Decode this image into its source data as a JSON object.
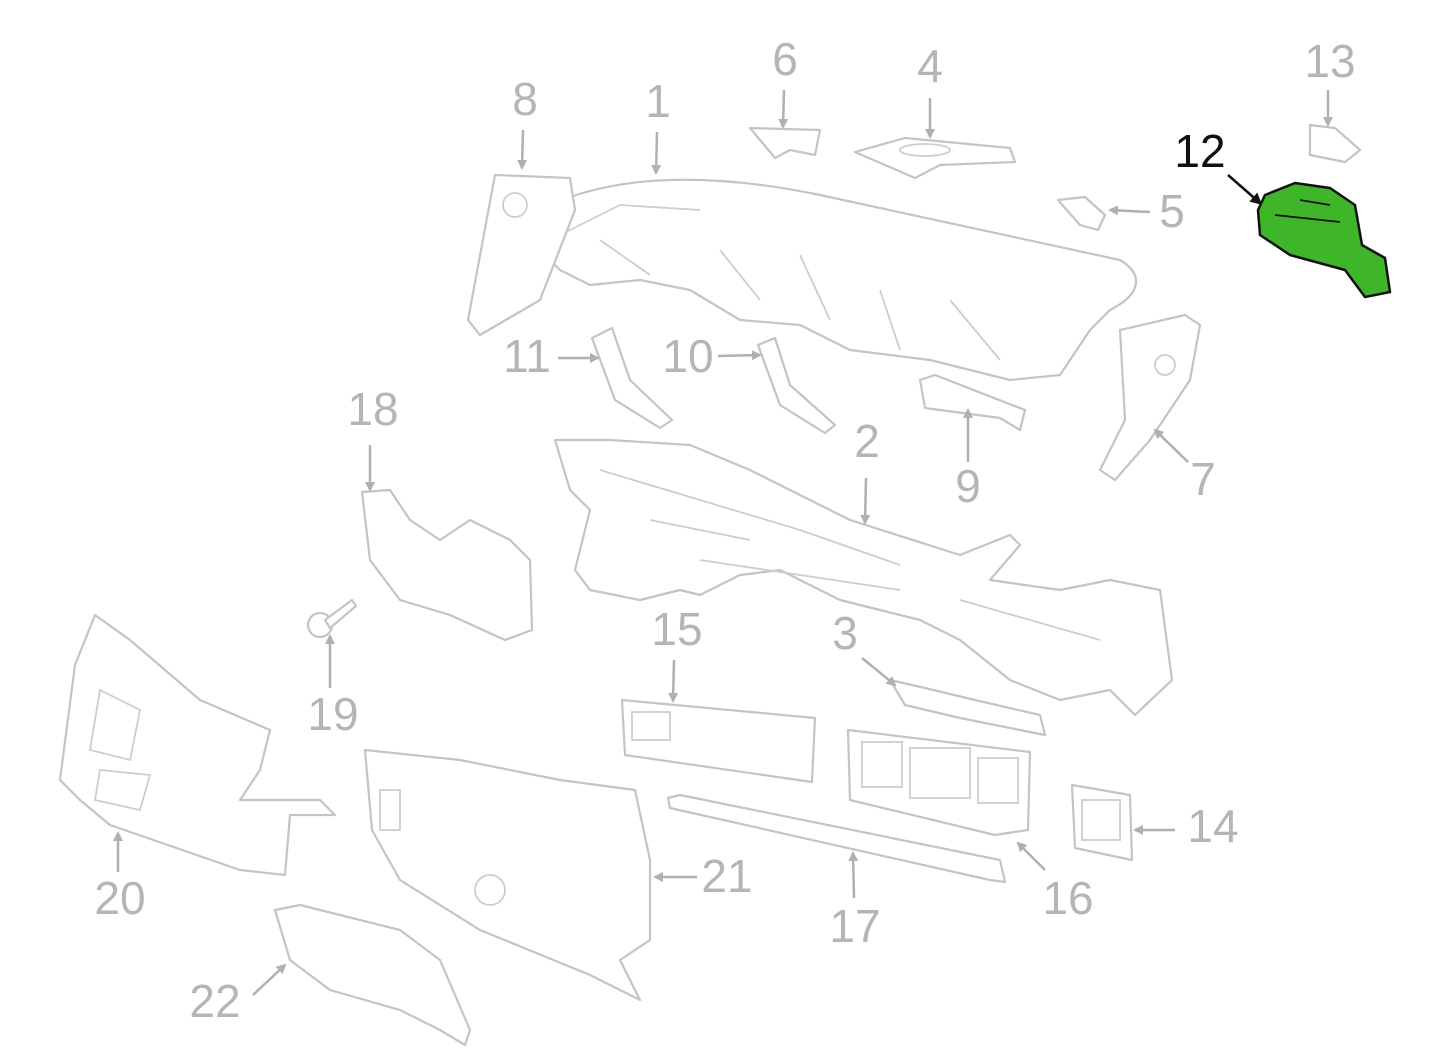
{
  "diagram": {
    "title": "Instrument panel components",
    "highlight_color": "#3fb52a",
    "selected_part": "12",
    "callouts": [
      {
        "id": "1",
        "label": "1"
      },
      {
        "id": "2",
        "label": "2"
      },
      {
        "id": "3",
        "label": "3"
      },
      {
        "id": "4",
        "label": "4"
      },
      {
        "id": "5",
        "label": "5"
      },
      {
        "id": "6",
        "label": "6"
      },
      {
        "id": "7",
        "label": "7"
      },
      {
        "id": "8",
        "label": "8"
      },
      {
        "id": "9",
        "label": "9"
      },
      {
        "id": "10",
        "label": "10"
      },
      {
        "id": "11",
        "label": "11"
      },
      {
        "id": "12",
        "label": "12"
      },
      {
        "id": "13",
        "label": "13"
      },
      {
        "id": "14",
        "label": "14"
      },
      {
        "id": "15",
        "label": "15"
      },
      {
        "id": "16",
        "label": "16"
      },
      {
        "id": "17",
        "label": "17"
      },
      {
        "id": "18",
        "label": "18"
      },
      {
        "id": "19",
        "label": "19"
      },
      {
        "id": "20",
        "label": "20"
      },
      {
        "id": "21",
        "label": "21"
      },
      {
        "id": "22",
        "label": "22"
      }
    ]
  }
}
